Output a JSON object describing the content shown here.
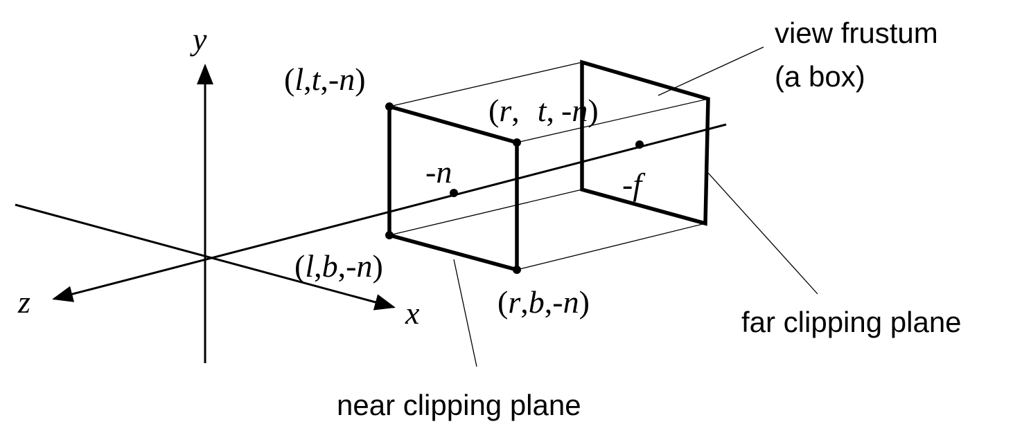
{
  "colors": {
    "ink": "#000000",
    "background": "#ffffff"
  },
  "axes": {
    "x": "x",
    "y": "y",
    "z": "z"
  },
  "corners": {
    "l": "l",
    "r": "r",
    "t": "t",
    "b": "b",
    "n": "n",
    "open": "(",
    "close": ")",
    "comma": ",",
    "minus": "-"
  },
  "points": {
    "near": "-n",
    "far_minus": "-",
    "far_f": "f"
  },
  "labels": {
    "view_frustum": "view frustum",
    "a_box": "(a box)",
    "far_plane": "far clipping plane",
    "near_plane": "near clipping plane"
  }
}
